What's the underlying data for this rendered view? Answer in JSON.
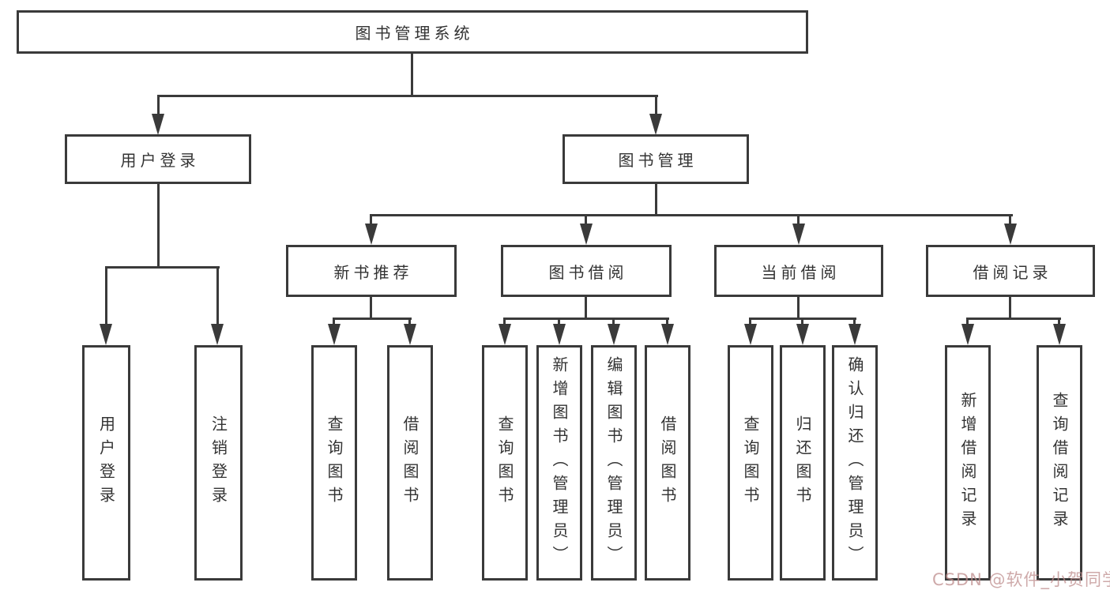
{
  "diagram": {
    "type": "hierarchy-tree",
    "root": {
      "label": "图书管理系统"
    },
    "level2": {
      "login": {
        "label": "用户登录"
      },
      "manage": {
        "label": "图书管理"
      }
    },
    "level3": {
      "recommend": {
        "label": "新书推荐"
      },
      "borrow": {
        "label": "图书借阅"
      },
      "current": {
        "label": "当前借阅"
      },
      "records": {
        "label": "借阅记录"
      }
    },
    "leaves": {
      "login_user": {
        "label": "用户登录"
      },
      "login_logout": {
        "label": "注销登录"
      },
      "rec_query": {
        "label": "查询图书"
      },
      "rec_borrow": {
        "label": "借阅图书"
      },
      "bw_query": {
        "label": "查询图书"
      },
      "bw_add": {
        "label": "新增图书（管理员）"
      },
      "bw_edit": {
        "label": "编辑图书（管理员）"
      },
      "bw_borrow": {
        "label": "借阅图书"
      },
      "cur_query": {
        "label": "查询图书"
      },
      "cur_return": {
        "label": "归还图书"
      },
      "cur_confirm": {
        "label": "确认归还（管理员）"
      },
      "rc_add": {
        "label": "新增借阅记录"
      },
      "rc_query": {
        "label": "查询借阅记录"
      }
    },
    "colors": {
      "line": "#3a3a3a",
      "text": "#333333",
      "box_background": "#ffffff",
      "page_background": "#ffffff"
    }
  },
  "watermark": {
    "text": "CSDN @软件_小贺同学",
    "color": "#be8c8c"
  }
}
